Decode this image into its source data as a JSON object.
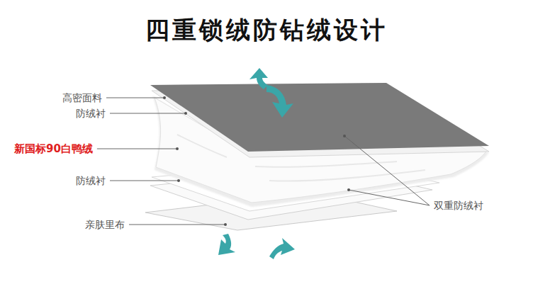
{
  "diagram": {
    "title": "四重锁绒防钻绒设计",
    "labels": [
      "高密面料",
      "防绒衬",
      "新国标90白鸭绒",
      "防绒衬",
      "亲肤里布",
      "双重防绒衬"
    ]
  }
}
